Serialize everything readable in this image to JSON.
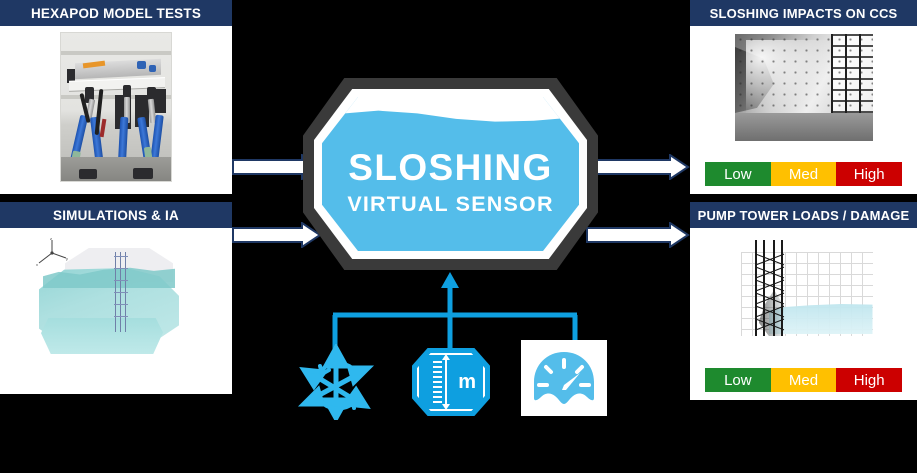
{
  "diagram": {
    "title": "Sloshing Virtual Sensor",
    "background_color": "#000000",
    "accent_color": "#0E9FE0",
    "header_color": "#1F3864",
    "hub_fill_color": "#54BDEA",
    "hub_border_color": "#3A3A3A"
  },
  "hub": {
    "title": "SLOSHING",
    "subtitle": "VIRTUAL SENSOR",
    "icon": "octagon-wave-badge"
  },
  "inputs": {
    "panels": [
      {
        "id": "hexapod",
        "header": "HEXAPOD MODEL TESTS",
        "image_alt": "hexapod-motion-platform-photo",
        "arrow": "arrow-right-to-hub"
      },
      {
        "id": "simulation",
        "header": "SIMULATIONS  & IA",
        "image_alt": "cfd-sloshing-tank-render",
        "arrow": "arrow-right-to-hub"
      }
    ]
  },
  "outputs": {
    "panels": [
      {
        "id": "impacts",
        "header": "SLOSHING IMPACTS ON CCS",
        "image_alt": "sloshing-impact-highspeed-photo",
        "severity": {
          "levels": [
            {
              "label": "Low",
              "color": "#1E8A2E"
            },
            {
              "label": "Med",
              "color": "#FFC000"
            },
            {
              "label": "High",
              "color": "#CC0000"
            }
          ]
        }
      },
      {
        "id": "pumptower",
        "header": "PUMP TOWER LOADS / DAMAGE",
        "image_alt": "pump-tower-cfd-loads-plot",
        "severity": {
          "levels": [
            {
              "label": "Low",
              "color": "#1E8A2E"
            },
            {
              "label": "Med",
              "color": "#FFC000"
            },
            {
              "label": "High",
              "color": "#CC0000"
            }
          ]
        }
      }
    ]
  },
  "sensors": {
    "bus_color": "#0E9FE0",
    "items": [
      {
        "id": "motion",
        "icon": "six-dof-motion-arrows-icon",
        "label": ""
      },
      {
        "id": "level",
        "icon": "liquid-level-meter-icon",
        "label": "m"
      },
      {
        "id": "gauge",
        "icon": "pressure-gauge-icon",
        "label": ""
      }
    ]
  },
  "arrows": {
    "fill": "#FFFFFF",
    "stroke": "#1F3864",
    "left_count": 2,
    "right_count": 2
  }
}
